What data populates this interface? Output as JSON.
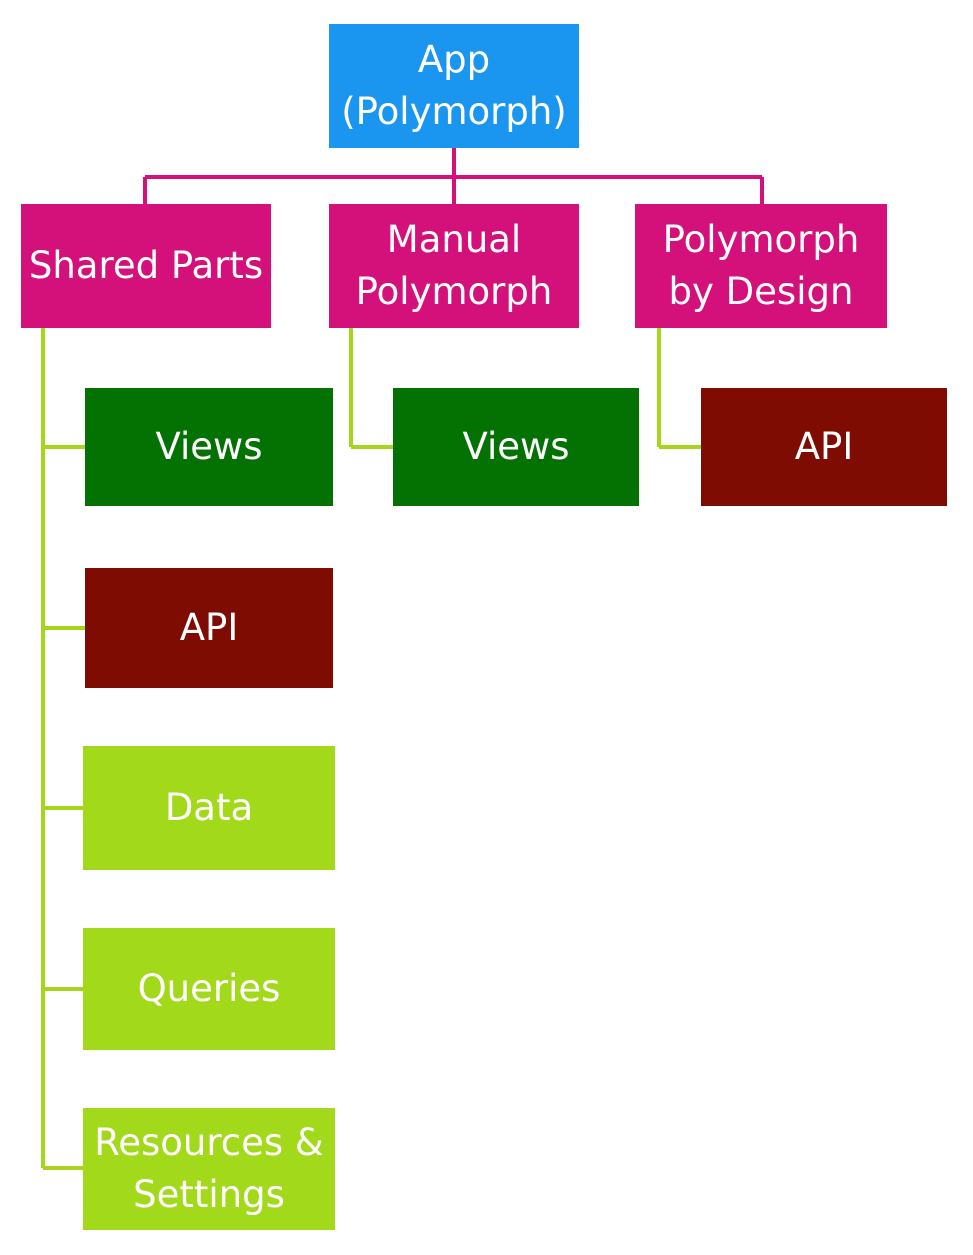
{
  "colors": {
    "root": "#1a96f0",
    "branch": "#d4117a",
    "branch_line": "#d4117a",
    "leaf_line": "#a5d61c",
    "views": "#037203",
    "api": "#7e0c02",
    "shared_light": "#a3d91b"
  },
  "root": {
    "label": "App\n(Polymorph)",
    "icon": ""
  },
  "branches": [
    {
      "label": "Shared Parts",
      "children": [
        {
          "label": "Views",
          "kind": "views"
        },
        {
          "label": "API",
          "kind": "api"
        },
        {
          "label": "Data",
          "kind": "shared_light"
        },
        {
          "label": "Queries",
          "kind": "shared_light"
        },
        {
          "label": "Resources &\nSettings",
          "kind": "shared_light"
        }
      ]
    },
    {
      "label": "Manual\nPolymorph",
      "children": [
        {
          "label": "Views",
          "kind": "views"
        }
      ]
    },
    {
      "label": "Polymorph\nby Design",
      "children": [
        {
          "label": "API",
          "kind": "api"
        }
      ]
    }
  ]
}
